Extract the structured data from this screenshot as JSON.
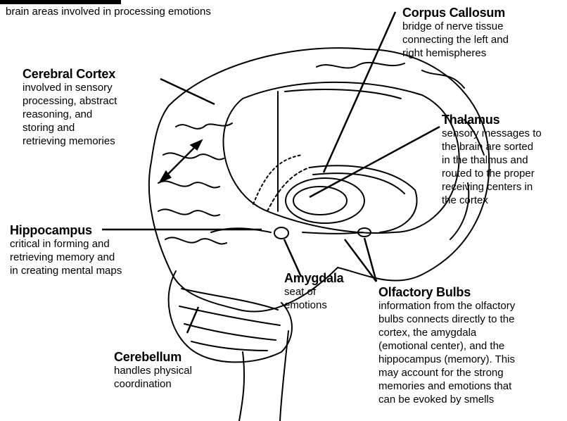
{
  "subtitle": "brain areas involved in processing emotions",
  "labels": {
    "corpus_callosum": {
      "title": "Corpus Callosum",
      "desc": "bridge of nerve tissue\nconnecting the left and\nright hemispheres"
    },
    "cerebral_cortex": {
      "title": "Cerebral Cortex",
      "desc": "involved in sensory\nprocessing, abstract\nreasoning, and\nstoring and\nretrieving memories"
    },
    "thalamus": {
      "title": "Thalamus",
      "desc": "sensory messages to\nthe brain are sorted\nin the thalmus and\nrouted to the proper\nreceiving centers in\nthe cortex"
    },
    "hippocampus": {
      "title": "Hippocampus",
      "desc": "critical in forming and\nretrieving memory and\nin creating mental maps"
    },
    "amygdala": {
      "title": "Amygdala",
      "desc": "seat of\nemotions"
    },
    "olfactory_bulbs": {
      "title": "Olfactory Bulbs",
      "desc": "information from the olfactory\nbulbs connects directly to the\ncortex, the amygdala\n(emotional center), and the\nhippocampus (memory). This\nmay account for the strong\nmemories and emotions that\ncan be evoked by smells"
    },
    "cerebellum": {
      "title": "Cerebellum",
      "desc": "handles physical\ncoordination"
    }
  }
}
